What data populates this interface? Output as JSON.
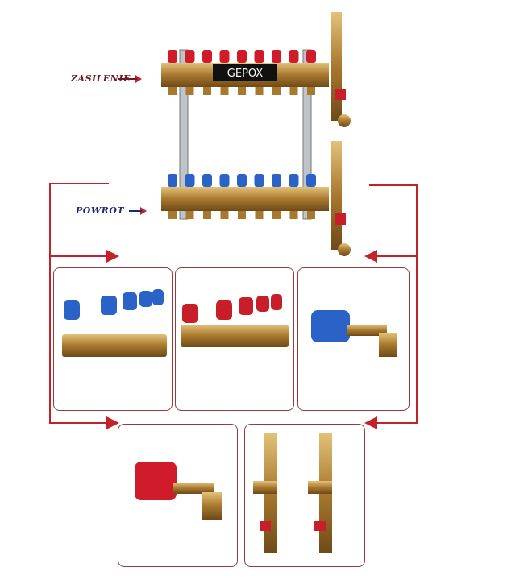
{
  "labels": {
    "supply": "ZASILENIE",
    "return": "POWRÓT",
    "brand": "GEPOX"
  },
  "colors": {
    "supply": "#d01c2a",
    "return": "#2a62c8",
    "brass": "#b8893e",
    "line": "#c4222a",
    "label_supply": "#6b1a22",
    "label_return": "#1c2a6e"
  },
  "products": [
    {
      "name": "blue-valve-manifold"
    },
    {
      "name": "red-valve-manifold"
    },
    {
      "name": "blue-valve-cap"
    },
    {
      "name": "red-valve-cap"
    },
    {
      "name": "air-vent-drain-set"
    }
  ]
}
